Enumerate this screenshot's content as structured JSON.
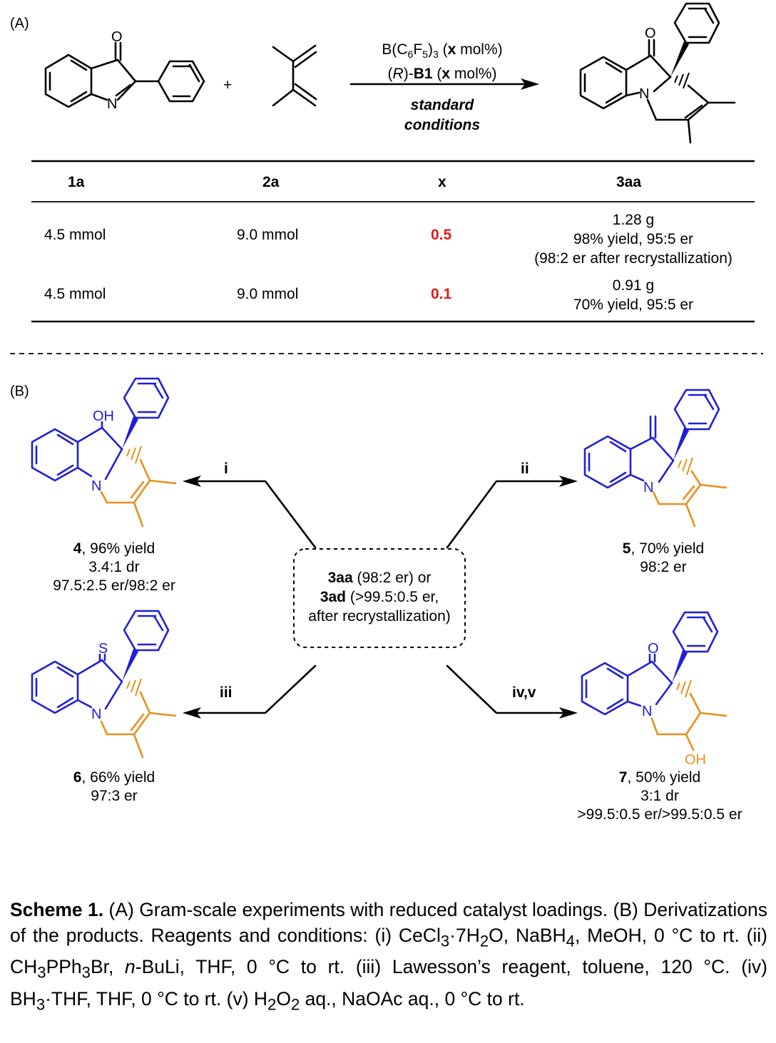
{
  "panel_a": {
    "label": "(A)",
    "conditions": {
      "line1_pre": "B(C",
      "line1_sub1": "6",
      "line1_mid": "F",
      "line1_sub2": "5",
      "line1_mid2": ")",
      "line1_sub3": "3",
      "line1_open": " (",
      "line1_x": "x",
      "line1_post": " mol%)",
      "line2_open": "(",
      "line2_r": "R",
      "line2_mid": ")-",
      "line2_b1": "B1",
      "line2_paren": " (",
      "line2_x": "x",
      "line2_post": " mol%)",
      "line3": "standard",
      "line4": "conditions"
    },
    "plus": "+",
    "atoms": {
      "o": "O",
      "n": "N"
    },
    "table": {
      "headers": [
        "1a",
        "2a",
        "x",
        "3aa"
      ],
      "rows": [
        {
          "c1": "4.5 mmol",
          "c2": "9.0 mmol",
          "x": "0.5",
          "r1": "1.28 g",
          "r2": "98% yield, 95:5 er",
          "r3": "(98:2 er after recrystallization)"
        },
        {
          "c1": "4.5 mmol",
          "c2": "9.0 mmol",
          "x": "0.1",
          "r1": "0.91 g",
          "r2": "70% yield, 95:5 er",
          "r3": ""
        }
      ]
    }
  },
  "panel_b": {
    "label": "(B)",
    "center_box": {
      "l1_bold": "3aa",
      "l1_rest": " (98:2 er) or",
      "l2_bold": "3ad",
      "l2_rest": " (>99.5:0.5 er,",
      "l3": "after recrystallization)"
    },
    "arrows": {
      "i": "i",
      "ii": "ii",
      "iii": "iii",
      "iv": "iv,v"
    },
    "atoms": {
      "oh": "OH",
      "n": "N",
      "s": "S",
      "o": "O"
    },
    "products": [
      {
        "num": "4",
        "yield": ", 96% yield",
        "l2": "3.4:1 dr",
        "l3": "97.5:2.5 er/98:2 er"
      },
      {
        "num": "5",
        "yield": ", 70% yield",
        "l2": "98:2 er",
        "l3": ""
      },
      {
        "num": "6",
        "yield": ", 66% yield",
        "l2": "97:3 er",
        "l3": ""
      },
      {
        "num": "7",
        "yield": ", 50% yield",
        "l2": "3:1 dr",
        "l3": ">99.5:0.5 er/>99.5:0.5 er"
      }
    ]
  },
  "caption": {
    "bold": "Scheme 1.",
    "t1": " (A) Gram-scale experiments with reduced catalyst loadings. (B) Derivatizations of the products. Reagents and conditions: (i) CeCl",
    "s1": "3",
    "t2": "·7H",
    "s2": "2",
    "t3": "O, NaBH",
    "s3": "4",
    "t4": ", MeOH, 0 °C to rt. (ii) CH",
    "s4": "3",
    "t5": "PPh",
    "s5": "3",
    "t6": "Br, ",
    "it1": "n",
    "t7": "-BuLi, THF, 0 °C to rt. (iii) Lawesson’s reagent, toluene, 120 °C. (iv) BH",
    "s6": "3",
    "t8": "·THF, THF, 0 °C to rt. (v) H",
    "s7": "2",
    "t9": "O",
    "s8": "2",
    "t10": " aq., NaOAc aq., 0 °C to rt."
  }
}
